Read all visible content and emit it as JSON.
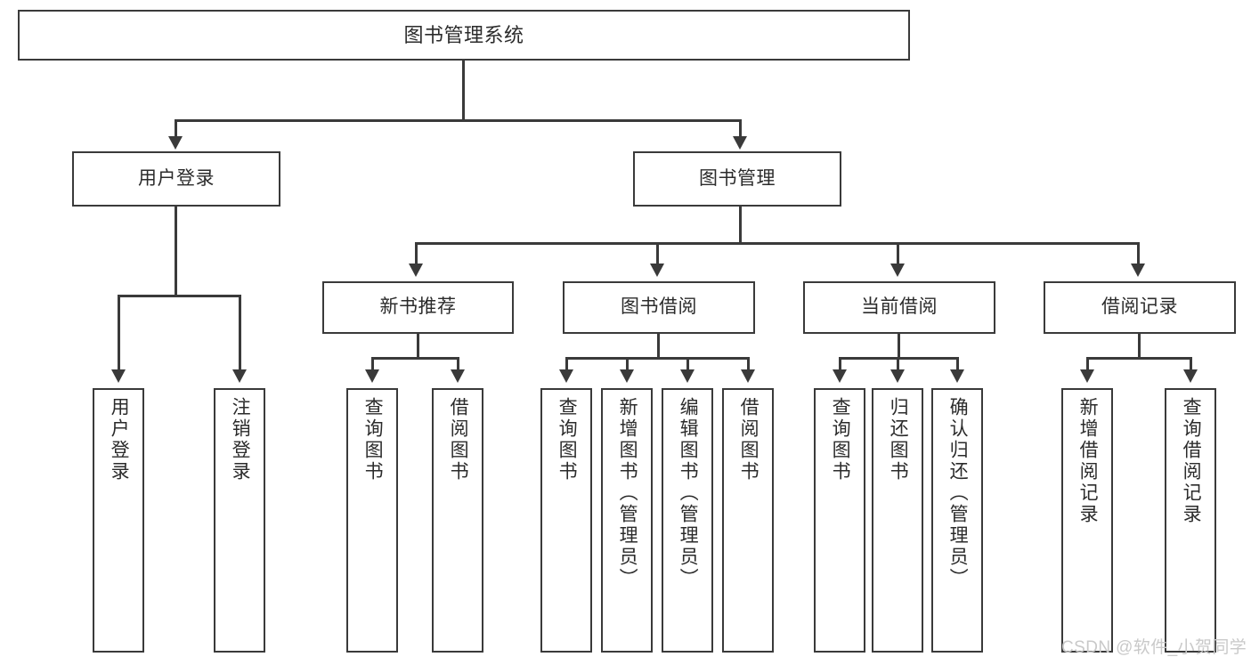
{
  "diagram": {
    "type": "tree-hierarchy",
    "title": "图书管理系统",
    "watermark": "CSDN @软件_小贺同学",
    "levels": 4,
    "root": {
      "id": "root",
      "label": "图书管理系统"
    },
    "level1": [
      {
        "id": "user-login",
        "label": "用户登录"
      },
      {
        "id": "book-management",
        "label": "图书管理"
      }
    ],
    "level2": [
      {
        "id": "new-book-recommend",
        "label": "新书推荐",
        "parent": "book-management"
      },
      {
        "id": "book-borrow",
        "label": "图书借阅",
        "parent": "book-management"
      },
      {
        "id": "current-borrow",
        "label": "当前借阅",
        "parent": "book-management"
      },
      {
        "id": "borrow-record",
        "label": "借阅记录",
        "parent": "book-management"
      }
    ],
    "leaves": {
      "user_login": [
        {
          "id": "leaf-user-login",
          "label": "用户登录"
        },
        {
          "id": "leaf-logout",
          "label": "注销登录"
        }
      ],
      "new_book_recommend": [
        {
          "id": "leaf-query-book-1",
          "label": "查询图书"
        },
        {
          "id": "leaf-borrow-book-1",
          "label": "借阅图书"
        }
      ],
      "book_borrow": [
        {
          "id": "leaf-query-book-2",
          "label": "查询图书"
        },
        {
          "id": "leaf-add-book",
          "label": "新增图书（管理员）"
        },
        {
          "id": "leaf-edit-book",
          "label": "编辑图书（管理员）"
        },
        {
          "id": "leaf-borrow-book-2",
          "label": "借阅图书"
        }
      ],
      "current_borrow": [
        {
          "id": "leaf-query-book-3",
          "label": "查询图书"
        },
        {
          "id": "leaf-return-book",
          "label": "归还图书"
        },
        {
          "id": "leaf-confirm-return",
          "label": "确认归还（管理员）"
        }
      ],
      "borrow_record": [
        {
          "id": "leaf-add-record",
          "label": "新增借阅记录"
        },
        {
          "id": "leaf-query-record",
          "label": "查询借阅记录"
        }
      ]
    },
    "colors": {
      "stroke": "#3a3a3a",
      "fill": "#ffffff",
      "text": "#2b2b2b",
      "watermark": "#c9c9c9"
    }
  }
}
